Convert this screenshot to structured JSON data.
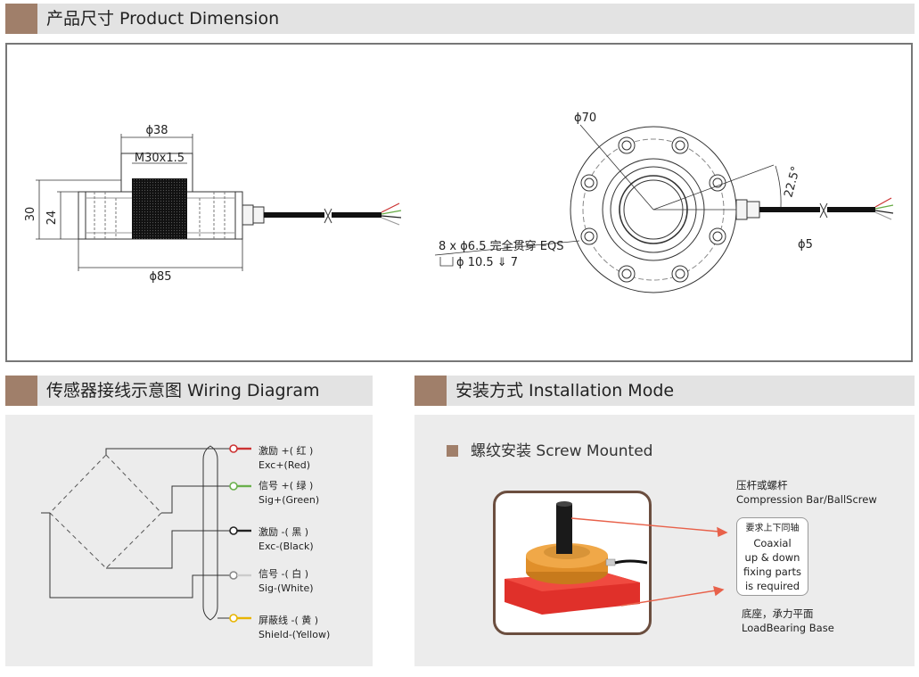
{
  "sections": {
    "dimension": {
      "title": "产品尺寸 Product Dimension"
    },
    "wiring": {
      "title": "传感器接线示意图 Wiring Diagram"
    },
    "installation": {
      "title": "安装方式 Installation Mode"
    }
  },
  "dimension": {
    "side_view": {
      "top_diameter": "ϕ38",
      "thread": "M30x1.5",
      "height_total": "30",
      "height_body": "24",
      "base_diameter": "ϕ85"
    },
    "top_view": {
      "outer_diameter": "ϕ70",
      "angle": "22.5°",
      "cable_diameter": "ϕ5",
      "hole_spec_line1": "8 x ϕ6.5 完全贯穿 EQS",
      "hole_spec_line2": "ϕ 10.5 ⇓ 7"
    }
  },
  "wiring": {
    "wires": [
      {
        "cn": "激励 +( 红 )",
        "en": "Exc+(Red)",
        "color": "#cc2a2a"
      },
      {
        "cn": "信号 +( 绿 )",
        "en": "Sig+(Green)",
        "color": "#6ab04c"
      },
      {
        "cn": "激励 -( 黑 )",
        "en": "Exc-(Black)",
        "color": "#222222"
      },
      {
        "cn": "信号 -( 白 )",
        "en": "Sig-(White)",
        "color": "#f4f4f4"
      },
      {
        "cn": "屏蔽线 -( 黄 )",
        "en": "Shield-(Yellow)",
        "color": "#e8b400"
      }
    ]
  },
  "installation": {
    "mode": "螺纹安装 Screw Mounted",
    "callout_top_cn": "压杆或螺杆",
    "callout_top_en": "Compression Bar/BallScrew",
    "note_cn": "要求上下同轴",
    "note_line1": "Coaxial",
    "note_line2": "up & down",
    "note_line3": "fixing parts",
    "note_line4": "is required",
    "callout_bottom_cn": "底座，承力平面",
    "callout_bottom_en": "LoadBearing Base",
    "accent_color": "#a07f6a",
    "arrow_color": "#e8614a"
  }
}
